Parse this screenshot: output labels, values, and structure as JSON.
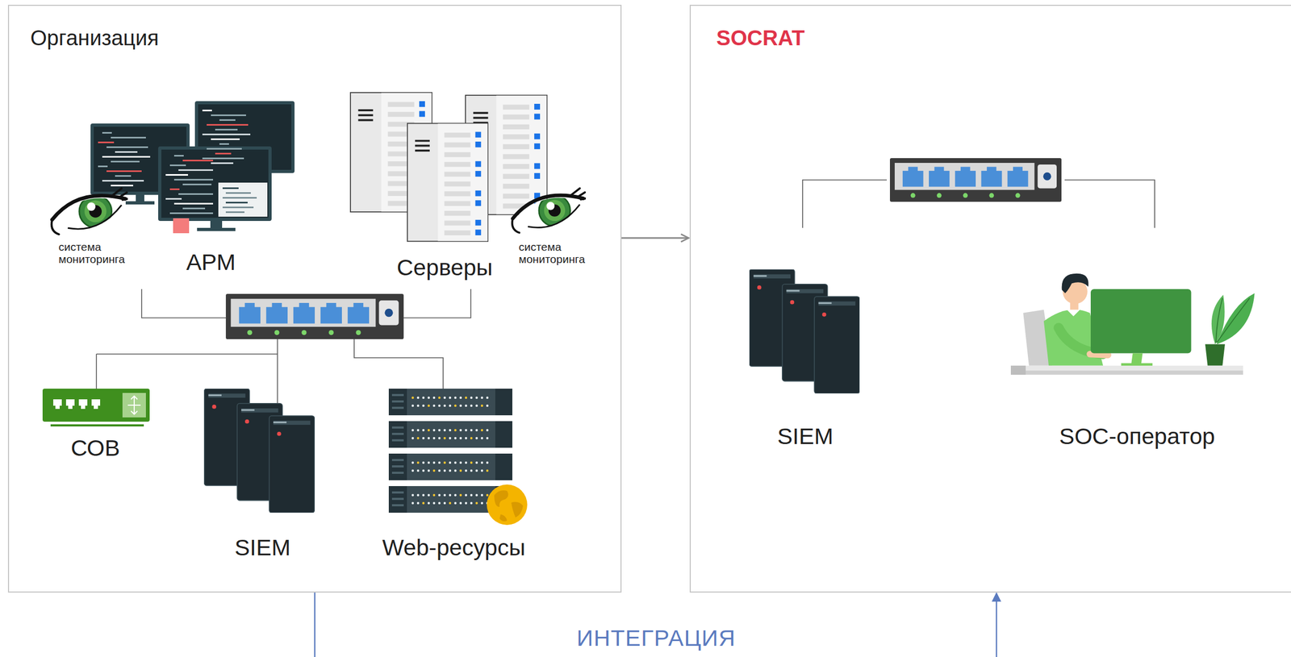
{
  "diagram": {
    "nodes": [
      {
        "text": [
          "Организация"
        ]
      },
      {
        "text": [
          "АРМ"
        ],
        "in": 0
      },
      {
        "text": [
          "Серверы"
        ],
        "in": 0
      },
      {
        "text": [
          "СОВ"
        ],
        "in": 0
      },
      {
        "text": [
          "SIEM"
        ],
        "in": 0
      },
      {
        "text": [
          "Web-ресурсы"
        ],
        "in": 0
      },
      {
        "text": [
          "SOCRAT"
        ]
      },
      {
        "text": [
          "SIEM"
        ],
        "in": 6
      },
      {
        "text": [
          "SOC-оператор"
        ],
        "in": 6
      }
    ],
    "edges": [
      {
        "from": 0,
        "to": 6,
        "arrow": "to"
      },
      {
        "from": 0,
        "to": 6,
        "label": "ИНТЕГРАЦИЯ",
        "arrow": "to"
      }
    ],
    "labels": [
      "система мониторинга",
      "система мониторинга"
    ]
  }
}
